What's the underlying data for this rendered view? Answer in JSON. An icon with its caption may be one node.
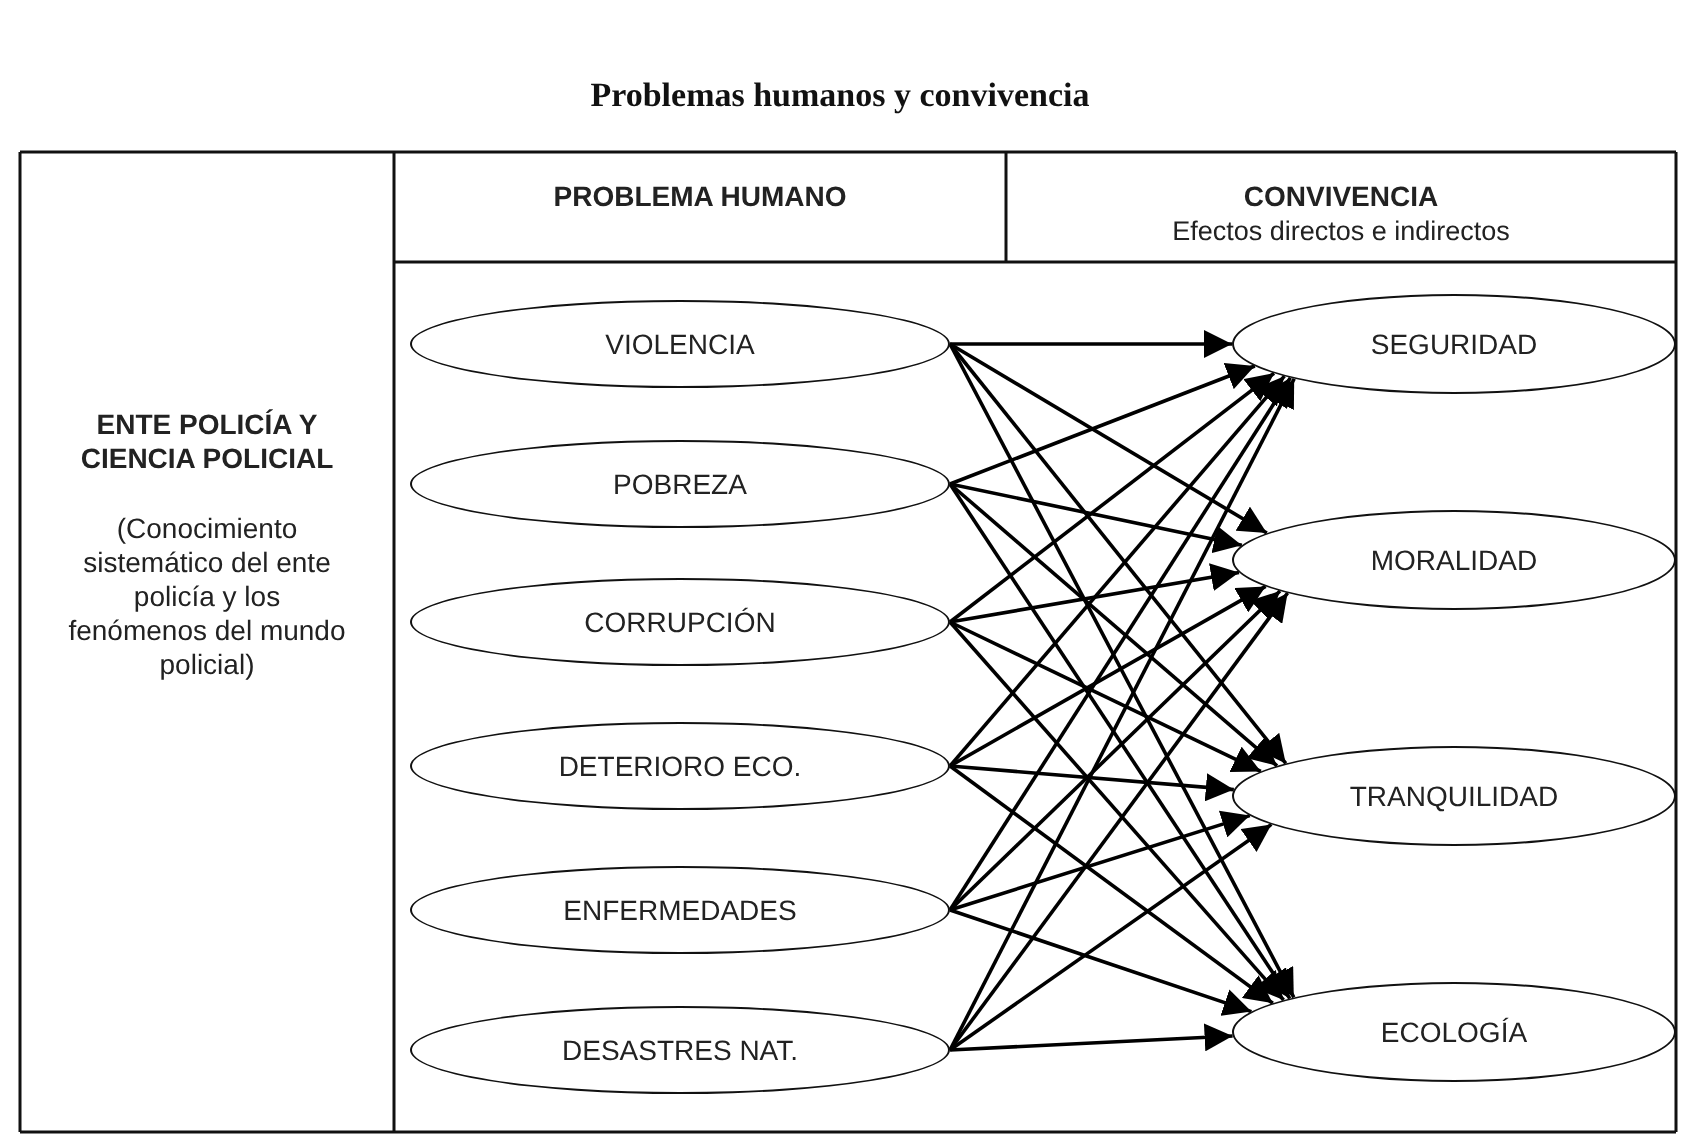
{
  "diagram": {
    "title": "Problemas humanos y convivencia",
    "nodes": [
      {
        "text": [
          "ENTE POLICÍA Y CIENCIA POLICIAL",
          "(Conocimiento sistemático del ente policía y los fenómenos del mundo policial)"
        ]
      },
      {
        "text": [
          "PROBLEMA HUMANO"
        ]
      },
      {
        "text": [
          "CONVIVENCIA",
          "Efectos directos e indirectos"
        ]
      },
      {
        "text": [
          "VIOLENCIA"
        ]
      },
      {
        "text": [
          "POBREZA"
        ]
      },
      {
        "text": [
          "CORRUPCIÓN"
        ]
      },
      {
        "text": [
          "DETERIORO ECO."
        ]
      },
      {
        "text": [
          "ENFERMEDADES"
        ]
      },
      {
        "text": [
          "DESASTRES NAT."
        ]
      },
      {
        "text": [
          "SEGURIDAD"
        ]
      },
      {
        "text": [
          "MORALIDAD"
        ]
      },
      {
        "text": [
          "TRANQUILIDAD"
        ]
      },
      {
        "text": [
          "ECOLOGÍA"
        ]
      }
    ],
    "edges": [
      {
        "from": 3,
        "to": 9,
        "arrow": "to"
      },
      {
        "from": 3,
        "to": 10,
        "arrow": "to"
      },
      {
        "from": 3,
        "to": 11,
        "arrow": "to"
      },
      {
        "from": 3,
        "to": 12,
        "arrow": "to"
      },
      {
        "from": 4,
        "to": 9,
        "arrow": "to"
      },
      {
        "from": 4,
        "to": 10,
        "arrow": "to"
      },
      {
        "from": 4,
        "to": 11,
        "arrow": "to"
      },
      {
        "from": 4,
        "to": 12,
        "arrow": "to"
      },
      {
        "from": 5,
        "to": 9,
        "arrow": "to"
      },
      {
        "from": 5,
        "to": 10,
        "arrow": "to"
      },
      {
        "from": 5,
        "to": 11,
        "arrow": "to"
      },
      {
        "from": 5,
        "to": 12,
        "arrow": "to"
      },
      {
        "from": 6,
        "to": 9,
        "arrow": "to"
      },
      {
        "from": 6,
        "to": 10,
        "arrow": "to"
      },
      {
        "from": 6,
        "to": 11,
        "arrow": "to"
      },
      {
        "from": 6,
        "to": 12,
        "arrow": "to"
      },
      {
        "from": 7,
        "to": 9,
        "arrow": "to"
      },
      {
        "from": 7,
        "to": 10,
        "arrow": "to"
      },
      {
        "from": 7,
        "to": 11,
        "arrow": "to"
      },
      {
        "from": 7,
        "to": 12,
        "arrow": "to"
      },
      {
        "from": 8,
        "to": 9,
        "arrow": "to"
      },
      {
        "from": 8,
        "to": 10,
        "arrow": "to"
      },
      {
        "from": 8,
        "to": 11,
        "arrow": "to"
      },
      {
        "from": 8,
        "to": 12,
        "arrow": "to"
      }
    ]
  }
}
